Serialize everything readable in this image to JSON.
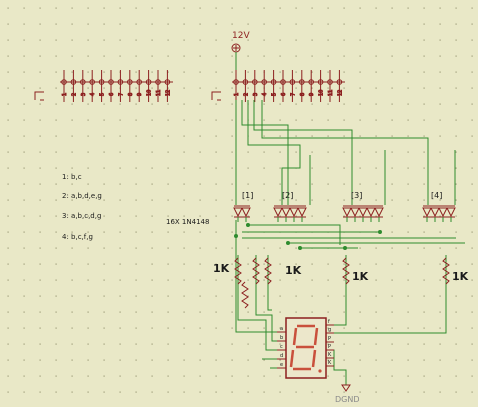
{
  "schematic": {
    "power_label": "12V",
    "ground_label": "DGND",
    "diode_note": "16X 1N4148",
    "connector_pin_labels": [
      "1",
      "2",
      "3",
      "4",
      "5",
      "6",
      "7",
      "8",
      "9",
      "10",
      "11",
      "12"
    ],
    "groups": [
      {
        "label": "[1]",
        "count": 2
      },
      {
        "label": "[2]",
        "count": 4
      },
      {
        "label": "[3]",
        "count": 5
      },
      {
        "label": "[4]",
        "count": 4
      }
    ],
    "resistor_labels": [
      "1K",
      "1K",
      "1K",
      "1K"
    ],
    "notes": [
      "1: b,c",
      "2: a,b,d,e,g",
      "3: a,b,c,d,g",
      "4: b,c,f,g"
    ],
    "display_pin_labels": [
      "a",
      "b",
      "c",
      "d",
      "e",
      "f",
      "g",
      "P",
      "P",
      "K",
      "K"
    ]
  },
  "colors": {
    "background": "#e9e8c7",
    "grid_dot": "#9a9a78",
    "component": "#8c1f1f",
    "wire": "#2e8b2e",
    "text": "#1a1a1a",
    "display": "#c9503c"
  }
}
